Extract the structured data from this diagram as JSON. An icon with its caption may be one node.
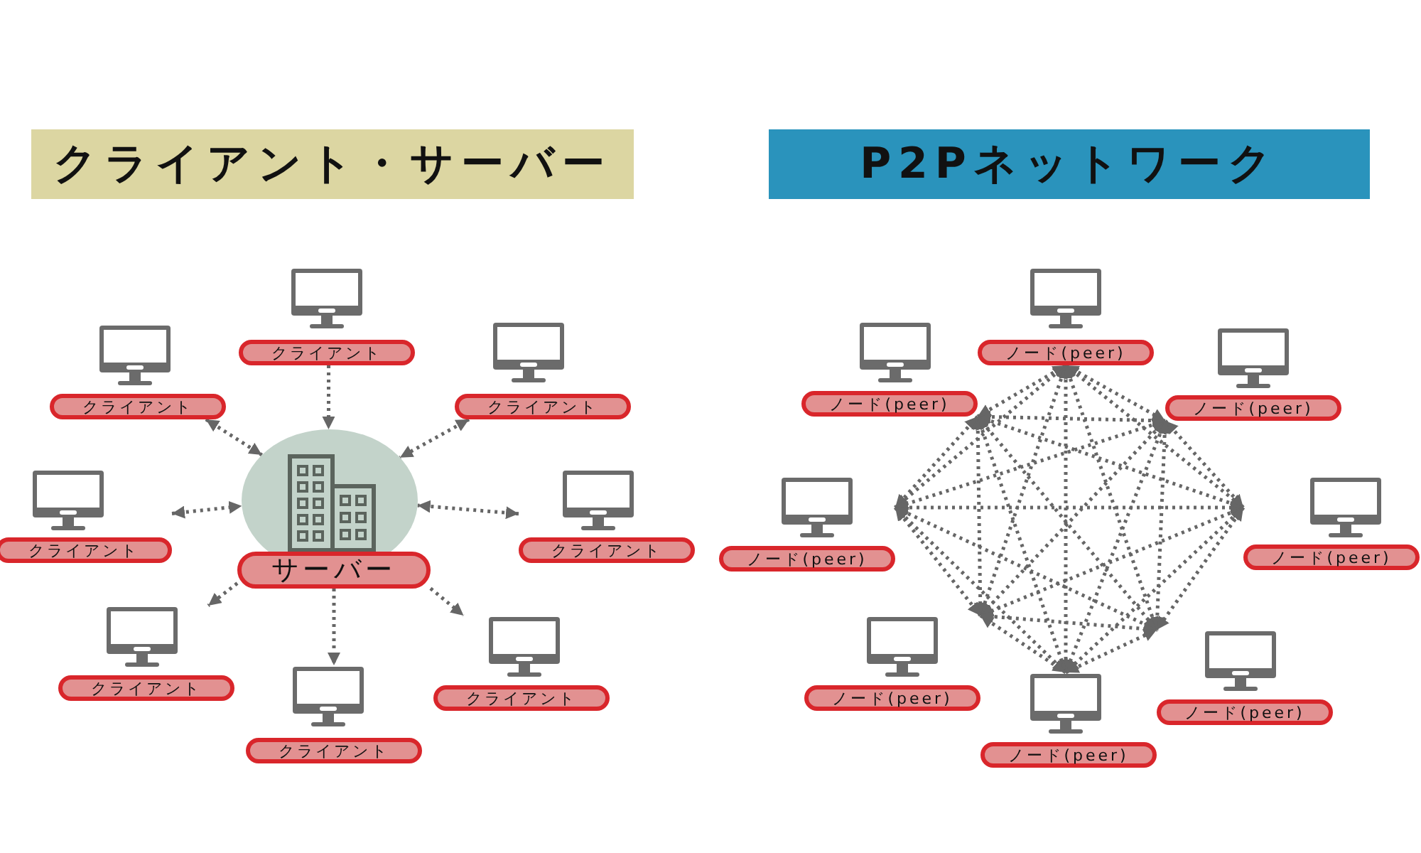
{
  "diagram": {
    "nodes": [
      {
        "text": [
          "クライアント・サーバー"
        ]
      },
      {
        "text": [
          "P2Pネットワーク"
        ]
      },
      {
        "text": [
          "サーバー"
        ]
      },
      {
        "text": [
          "クライアント"
        ]
      },
      {
        "text": [
          "クライアント"
        ]
      },
      {
        "text": [
          "クライアント"
        ]
      },
      {
        "text": [
          "クライアント"
        ]
      },
      {
        "text": [
          "クライアント"
        ]
      },
      {
        "text": [
          "クライアント"
        ]
      },
      {
        "text": [
          "クライアント"
        ]
      },
      {
        "text": [
          "クライアント"
        ]
      },
      {
        "text": [
          "ノード(peer)"
        ]
      },
      {
        "text": [
          "ノード(peer)"
        ]
      },
      {
        "text": [
          "ノード(peer)"
        ]
      },
      {
        "text": [
          "ノード(peer)"
        ]
      },
      {
        "text": [
          "ノード(peer)"
        ]
      },
      {
        "text": [
          "ノード(peer)"
        ]
      },
      {
        "text": [
          "ノード(peer)"
        ]
      },
      {
        "text": [
          "ノード(peer)"
        ]
      }
    ],
    "edges": [
      {
        "from": 4,
        "to": 2,
        "arrow": "both"
      },
      {
        "from": 3,
        "to": 2,
        "arrow": "to"
      },
      {
        "from": 5,
        "to": 2,
        "arrow": "both"
      },
      {
        "from": 6,
        "to": 2,
        "arrow": "both"
      },
      {
        "from": 7,
        "to": 2,
        "arrow": "both"
      },
      {
        "from": 2,
        "to": 8,
        "arrow": "to"
      },
      {
        "from": 2,
        "to": 9,
        "arrow": "to"
      },
      {
        "from": 2,
        "to": 10,
        "arrow": "to"
      },
      {
        "from": 11,
        "to": 12,
        "arrow": "both"
      },
      {
        "from": 11,
        "to": 13,
        "arrow": "both"
      },
      {
        "from": 11,
        "to": 14,
        "arrow": "both"
      },
      {
        "from": 11,
        "to": 15,
        "arrow": "both"
      },
      {
        "from": 11,
        "to": 16,
        "arrow": "both"
      },
      {
        "from": 11,
        "to": 17,
        "arrow": "both"
      },
      {
        "from": 11,
        "to": 18,
        "arrow": "both"
      },
      {
        "from": 12,
        "to": 13,
        "arrow": "both"
      },
      {
        "from": 12,
        "to": 14,
        "arrow": "both"
      },
      {
        "from": 12,
        "to": 15,
        "arrow": "both"
      },
      {
        "from": 12,
        "to": 16,
        "arrow": "both"
      },
      {
        "from": 12,
        "to": 17,
        "arrow": "both"
      },
      {
        "from": 12,
        "to": 18,
        "arrow": "both"
      },
      {
        "from": 13,
        "to": 14,
        "arrow": "both"
      },
      {
        "from": 13,
        "to": 15,
        "arrow": "both"
      },
      {
        "from": 13,
        "to": 16,
        "arrow": "both"
      },
      {
        "from": 13,
        "to": 17,
        "arrow": "both"
      },
      {
        "from": 13,
        "to": 18,
        "arrow": "both"
      },
      {
        "from": 14,
        "to": 15,
        "arrow": "both"
      },
      {
        "from": 14,
        "to": 16,
        "arrow": "both"
      },
      {
        "from": 14,
        "to": 17,
        "arrow": "both"
      },
      {
        "from": 14,
        "to": 18,
        "arrow": "both"
      },
      {
        "from": 15,
        "to": 16,
        "arrow": "both"
      },
      {
        "from": 15,
        "to": 17,
        "arrow": "both"
      },
      {
        "from": 15,
        "to": 18,
        "arrow": "both"
      },
      {
        "from": 16,
        "to": 17,
        "arrow": "both"
      },
      {
        "from": 16,
        "to": 18,
        "arrow": "both"
      },
      {
        "from": 17,
        "to": 18,
        "arrow": "both"
      }
    ]
  }
}
